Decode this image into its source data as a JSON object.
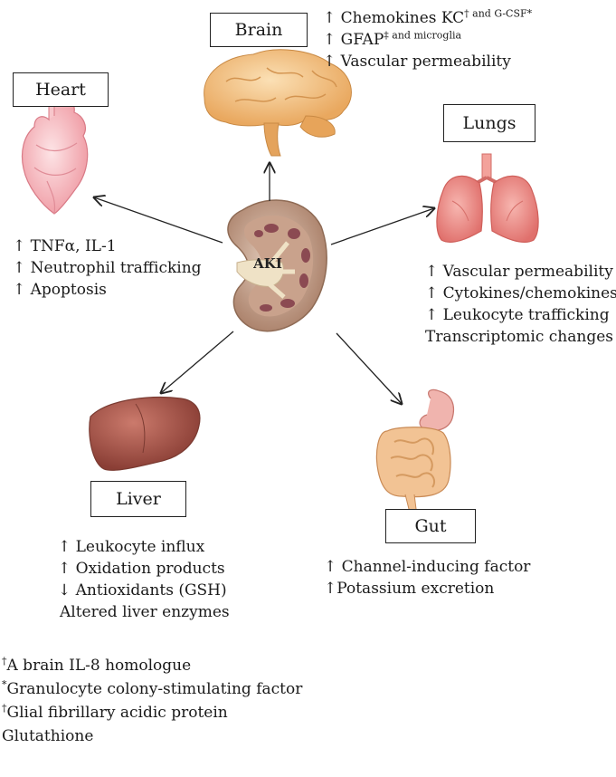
{
  "center": {
    "label": "AKI"
  },
  "organs": {
    "brain": {
      "label": "Brain",
      "effects": [
        "↑ Chemokines KC",
        "† and G-CSF*",
        "↑ GFAP",
        "‡ and microglia",
        "↑ Vascular permeability"
      ]
    },
    "heart": {
      "label": "Heart",
      "effects": [
        "↑ TNFα, IL-1",
        "↑ Neutrophil trafficking",
        "↑ Apoptosis"
      ]
    },
    "lungs": {
      "label": "Lungs",
      "effects": [
        "↑ Vascular permeability",
        "↑ Cytokines/chemokines",
        "↑ Leukocyte trafficking",
        "Transcriptomic changes"
      ]
    },
    "liver": {
      "label": "Liver",
      "effects": [
        "↑ Leukocyte influx",
        "↑ Oxidation products",
        "↓ Antioxidants (GSH)",
        "Altered liver enzymes"
      ]
    },
    "gut": {
      "label": "Gut",
      "effects": [
        "↑ Channel-inducing factor",
        "↑Potassium excretion"
      ]
    }
  },
  "footnotes": {
    "f1_mark": "†",
    "f1_text": "A brain IL-8 homologue",
    "f2_mark": "*",
    "f2_text": "Granulocyte colony-stimulating factor",
    "f3_mark": "†",
    "f3_text": "Glial fibrillary acidic protein",
    "f4_text": "Glutathione"
  },
  "colors": {
    "kidney": "#b98e78",
    "brain": "#f2c07e",
    "heart": "#f4b5bb",
    "lungs": "#ef8e8a",
    "liver": "#a9554a",
    "gut": "#e7b089"
  }
}
